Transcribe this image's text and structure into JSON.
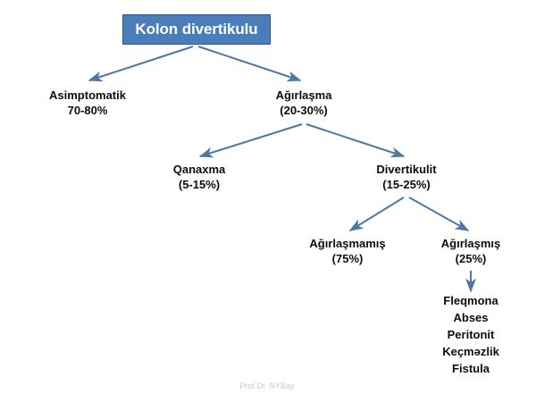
{
  "diagram": {
    "type": "flowchart-tree",
    "title": "Kolon divertikulu",
    "language": "az",
    "colors": {
      "box_fill": "#4A7EBB",
      "box_border": "#31588B",
      "box_text": "#FFFFFF",
      "arrow": "#4E77A5",
      "node_text": "#0D0D0D",
      "credit_text": "#C9C9C9",
      "background": "#FFFFFF"
    },
    "root": {
      "label": "Kolon divertikulu"
    },
    "nodes": [
      {
        "id": "asimptomatik",
        "level": 2,
        "label": "Asimptomatik",
        "value": "70-80%"
      },
      {
        "id": "agirlasma",
        "level": 2,
        "label": "Ağırlaşma",
        "value": "(20-30%)"
      },
      {
        "id": "qanaxma",
        "level": 3,
        "label": "Qanaxma",
        "value": "(5-15%)"
      },
      {
        "id": "divertikulit",
        "level": 3,
        "label": "Divertikulit",
        "value": "(15-25%)"
      },
      {
        "id": "agirlasmamis",
        "level": 4,
        "label": "Ağırlaşmamış",
        "value": "(75%)"
      },
      {
        "id": "agirlasmis",
        "level": 4,
        "label": "Ağırlaşmış",
        "value": "(25%)"
      }
    ],
    "complications": [
      "Fleqmona",
      "Abses",
      "Peritonit",
      "Keçməzlik",
      "Fistula"
    ],
    "credit": "Prof.Dr. NYBay"
  }
}
